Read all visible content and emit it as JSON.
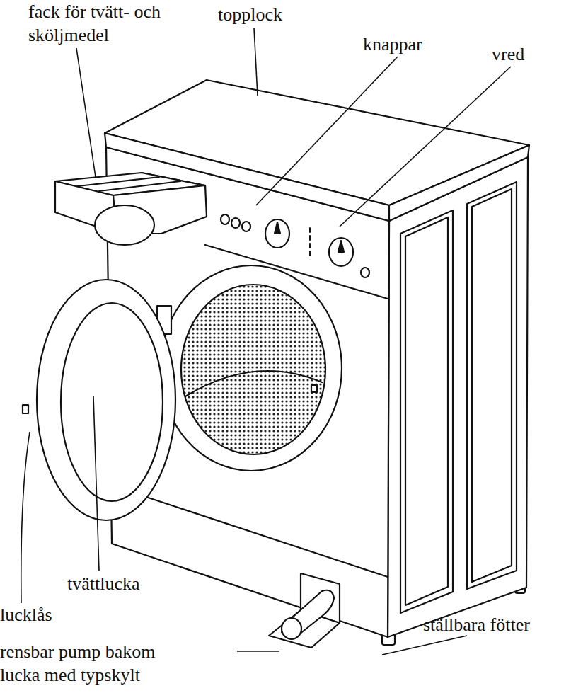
{
  "diagram": {
    "labels": [
      "fack för tvätt- och sköljmedel",
      "topplock",
      "knappar",
      "vred",
      "tvättlucka",
      "lucklås",
      "rensbar pump bakom lucka med typskylt",
      "ställbara fötter"
    ]
  }
}
